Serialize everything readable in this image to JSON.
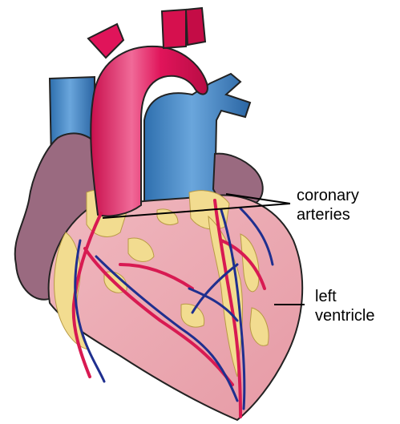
{
  "labels": {
    "coronary_line1": "coronary",
    "coronary_line2": "arteries",
    "left_line1": "left",
    "left_line2": "ventricle"
  },
  "colors": {
    "aorta": "#e0145a",
    "aorta_highlight": "#f56a9a",
    "vein": "#3d86c6",
    "vein_dark": "#1f5f9c",
    "atrium": "#9a6a80",
    "myocardium": "#eaa6ae",
    "fat": "#f2dc90",
    "artery": "#d81a52",
    "vessel_blue": "#1f2f8f",
    "outline": "#222222"
  }
}
